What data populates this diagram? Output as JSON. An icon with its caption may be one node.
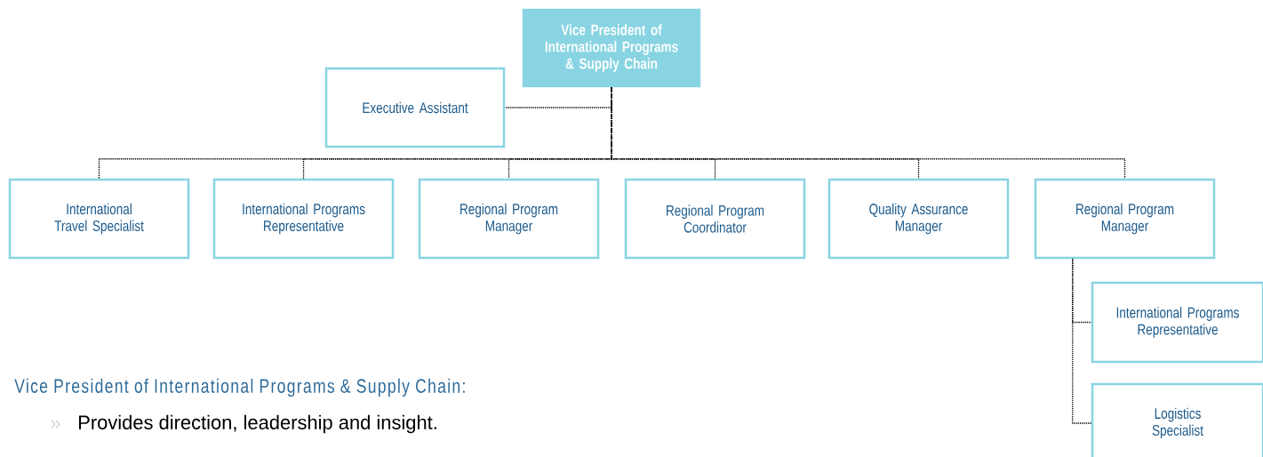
{
  "diagram": {
    "nodes": [
      {
        "text": [
          "Vice President of International Programs & Supply Chain"
        ]
      },
      {
        "text": [
          "Executive Assistant"
        ]
      },
      {
        "text": [
          "International Travel Specialist"
        ]
      },
      {
        "text": [
          "International Programs Representative"
        ]
      },
      {
        "text": [
          "Regional Program Manager"
        ]
      },
      {
        "text": [
          "Regional Program Coordinator"
        ]
      },
      {
        "text": [
          "Quality Assurance Manager"
        ]
      },
      {
        "text": [
          "Regional Program Manager"
        ]
      },
      {
        "text": [
          "International Programs Representative"
        ]
      },
      {
        "text": [
          "Logistics Specialist"
        ]
      }
    ],
    "edges": [
      {
        "from": 0,
        "to": 1,
        "arrow": "none",
        "style": "dashed"
      },
      {
        "from": 0,
        "to": 2,
        "arrow": "none",
        "style": "dashed"
      },
      {
        "from": 0,
        "to": 3,
        "arrow": "none",
        "style": "dashed"
      },
      {
        "from": 0,
        "to": 4,
        "arrow": "none",
        "style": "dashed"
      },
      {
        "from": 0,
        "to": 5,
        "arrow": "none",
        "style": "dashed"
      },
      {
        "from": 0,
        "to": 6,
        "arrow": "none",
        "style": "dashed"
      },
      {
        "from": 0,
        "to": 7,
        "arrow": "none",
        "style": "dashed"
      },
      {
        "from": 7,
        "to": 8,
        "arrow": "none",
        "style": "dashed"
      },
      {
        "from": 7,
        "to": 9,
        "arrow": "none",
        "style": "dashed"
      }
    ],
    "labels": [
      "Vice President of International Programs & Supply Chain:",
      "Provides direction, leadership and insight."
    ]
  }
}
